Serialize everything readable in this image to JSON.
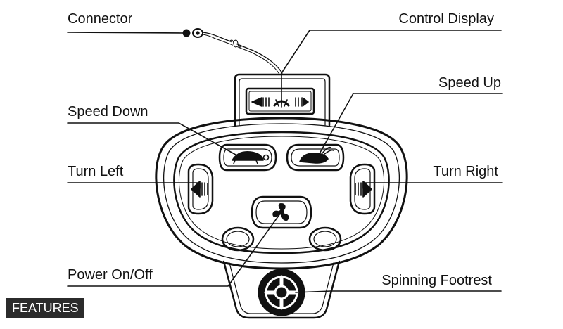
{
  "labels": {
    "connector": "Connector",
    "control_display": "Control Display",
    "speed_up": "Speed Up",
    "speed_down": "Speed Down",
    "turn_left": "Turn Left",
    "turn_right": "Turn Right",
    "power": "Power On/Off",
    "spinning_footrest": "Spinning Footrest"
  },
  "badge": "FEATURES",
  "colors": {
    "ink": "#111111",
    "badge_bg": "#2b2b2b",
    "badge_text": "#ffffff"
  }
}
